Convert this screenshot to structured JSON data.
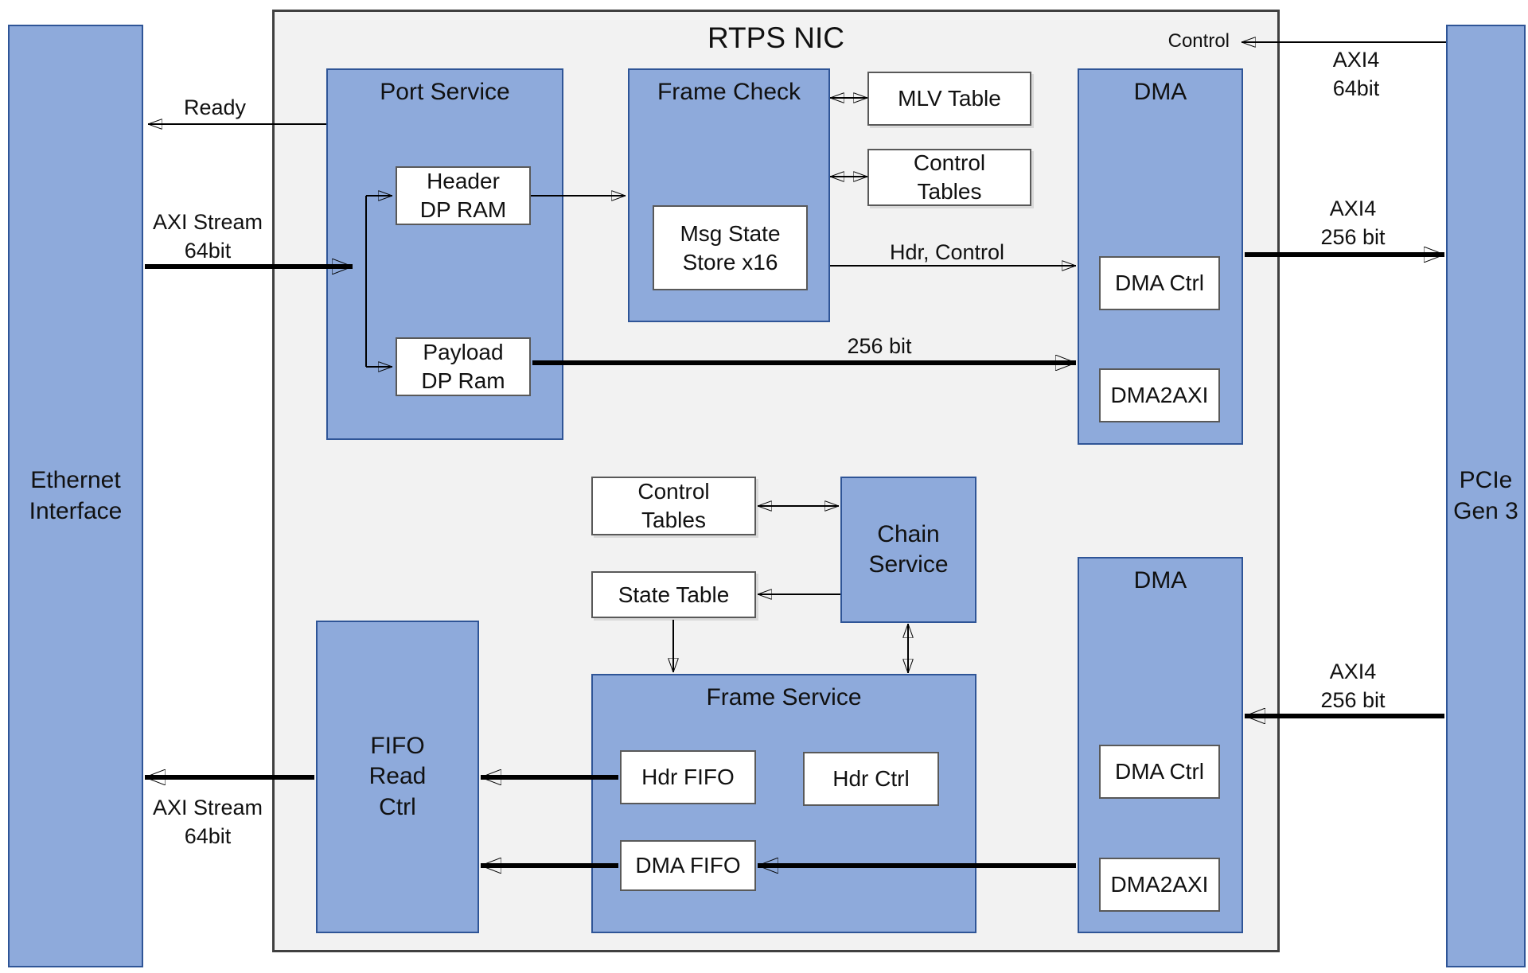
{
  "title": "RTPS NIC",
  "nodes": {
    "ethernet": "Ethernet\nInterface",
    "pcie": "PCIe\nGen 3",
    "port_service": "Port Service",
    "header_dp_ram": "Header\nDP RAM",
    "payload_dp_ram": "Payload\nDP Ram",
    "frame_check": "Frame Check",
    "msg_state_store": "Msg State\nStore x16",
    "mlv_table": "MLV Table",
    "control_tables_top": "Control\nTables",
    "dma_top": "DMA",
    "dma_ctrl_top": "DMA Ctrl",
    "dma2axi_top": "DMA2AXI",
    "control_tables_bottom": "Control\nTables",
    "state_table": "State Table",
    "chain_service": "Chain\nService",
    "fifo_read_ctrl": "FIFO\nRead\nCtrl",
    "frame_service": "Frame Service",
    "hdr_fifo": "Hdr FIFO",
    "hdr_ctrl": "Hdr Ctrl",
    "dma_fifo": "DMA FIFO",
    "dma_bottom": "DMA",
    "dma_ctrl_bottom": "DMA Ctrl",
    "dma2axi_bottom": "DMA2AXI"
  },
  "labels": {
    "ready": "Ready",
    "axi_stream_in": "AXI Stream\n64bit",
    "axi_stream_out": "AXI Stream\n64bit",
    "control": "Control",
    "axi4_64bit": "AXI4\n64bit",
    "axi4_256bit_top": "AXI4\n256 bit",
    "axi4_256bit_bottom": "AXI4\n256 bit",
    "hdr_control": "Hdr, Control",
    "bus_256bit": "256 bit"
  },
  "colors": {
    "block_fill": "#8EAADB",
    "block_border": "#2F5597",
    "outer_fill": "#F2F2F2",
    "outer_border": "#404040",
    "white_box_border": "#595959",
    "arrow": "#000000"
  }
}
